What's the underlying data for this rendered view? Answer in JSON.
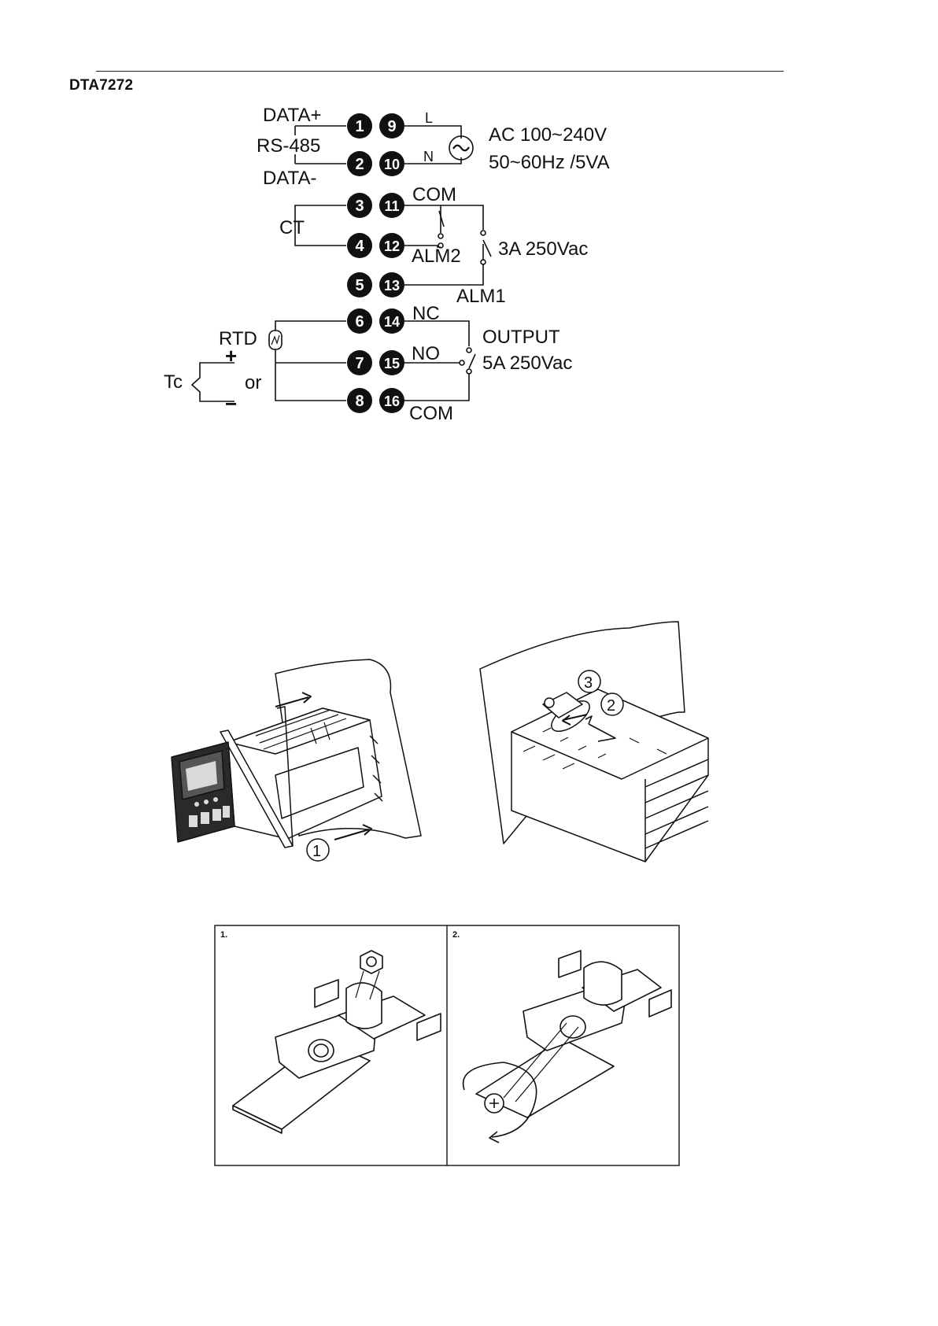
{
  "model": "DTA7272",
  "wiring": {
    "terminals_left": [
      "1",
      "2",
      "3",
      "4",
      "5",
      "6",
      "7",
      "8"
    ],
    "terminals_right": [
      "9",
      "10",
      "11",
      "12",
      "13",
      "14",
      "15",
      "16"
    ],
    "labels": {
      "data_plus": "DATA+",
      "rs485": "RS-485",
      "data_minus": "DATA-",
      "ct": "CT",
      "rtd": "RTD",
      "plus": "+",
      "minus": "−",
      "tc": "Tc",
      "or": "or",
      "l": "L",
      "n": "N",
      "ac_line1": "AC 100~240V",
      "ac_line2": "50~60Hz  /5VA",
      "com_top": "COM",
      "alm2": "ALM2",
      "relay_rating": "3A  250Vac",
      "alm1": "ALM1",
      "nc": "NC",
      "no": "NO",
      "output": "OUTPUT",
      "output_rating": "5A   250Vac",
      "com_bottom": "COM",
      "ac_symbol": "~"
    }
  },
  "mounting": {
    "step1": "1",
    "step2": "2",
    "step3": "3"
  },
  "panels": {
    "left_label": "1.",
    "right_label": "2."
  }
}
